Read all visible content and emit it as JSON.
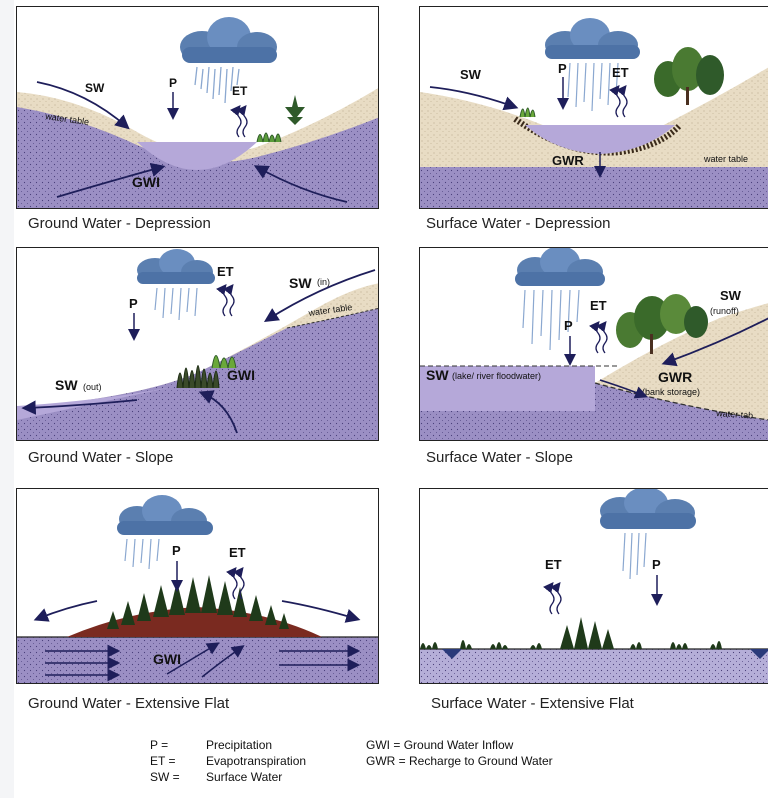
{
  "panels": {
    "gw_depression": {
      "caption": "Ground Water - Depression",
      "labels": {
        "sw": "SW",
        "water_table": "water table",
        "p": "P",
        "et": "ET",
        "gwi": "GWI"
      }
    },
    "sw_depression": {
      "caption": "Surface Water - Depression",
      "labels": {
        "sw": "SW",
        "p": "P",
        "et": "ET",
        "gwr": "GWR",
        "water_table": "water table"
      }
    },
    "gw_slope": {
      "caption": "Ground Water - Slope",
      "labels": {
        "et": "ET",
        "sw_in": "SW",
        "sw_in_sub": "(in)",
        "p": "P",
        "water_table": "water table",
        "sw_out": "SW",
        "sw_out_sub": "(out)",
        "gwi": "GWI"
      }
    },
    "sw_slope": {
      "caption": "Surface Water - Slope",
      "labels": {
        "sw": "SW",
        "sw_sub": "(runoff)",
        "et": "ET",
        "p": "P",
        "sw_lake": "SW",
        "sw_lake_sub": "(lake/ river floodwater)",
        "gwr": "GWR",
        "gwr_sub": "(bank storage)",
        "water_table": "water tab"
      }
    },
    "gw_flat": {
      "caption": "Ground Water - Extensive Flat",
      "labels": {
        "p": "P",
        "et": "ET",
        "gwi": "GWI"
      }
    },
    "sw_flat": {
      "caption": "Surface Water - Extensive Flat",
      "labels": {
        "et": "ET",
        "p": "P"
      }
    }
  },
  "legend": {
    "left": [
      {
        "abbr": "P =",
        "term": "Precipitation"
      },
      {
        "abbr": "ET =",
        "term": "Evapotranspiration"
      },
      {
        "abbr": "SW =",
        "term": "Surface Water"
      }
    ],
    "right": [
      {
        "abbr": "GWI =",
        "term": "Ground Water Inflow"
      },
      {
        "abbr": "GWR =",
        "term": "Recharge to Ground Water"
      }
    ]
  },
  "colors": {
    "sky": "#ffffff",
    "soil": "#e8dcc4",
    "groundwater": "#9b8fc4",
    "surface_water": "#b5a8d9",
    "cloud": "#5b7fb0",
    "rain": "#8ba8d0",
    "arrow": "#1e1e5a",
    "vegetation": "#2f5a2a",
    "red_soil": "#7a2a20"
  },
  "icons": {
    "cloud": "cloud-icon",
    "rain": "rain-icon",
    "tree": "tree-icon",
    "arrow": "flow-arrow-icon",
    "wavy_arrow": "evapotranspiration-arrow-icon"
  }
}
